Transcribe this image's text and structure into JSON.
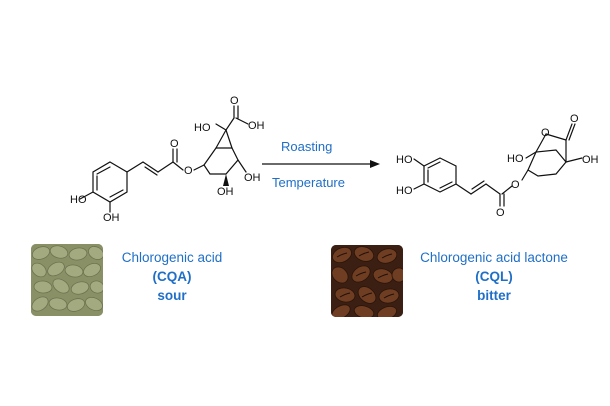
{
  "reaction": {
    "arrow_top_label": "Roasting",
    "arrow_bottom_label": "Temperature"
  },
  "atom_labels": {
    "ho": "HO",
    "oh": "OH",
    "o": "O"
  },
  "cqa": {
    "name": "Chlorogenic acid",
    "abbreviation": "(CQA)",
    "taste": "sour",
    "image": "green-coffee-beans"
  },
  "cql": {
    "name": "Chlorogenic acid lactone",
    "abbreviation": "(CQL)",
    "taste": "bitter",
    "image": "roasted-coffee-beans"
  },
  "colors": {
    "accent": "#1f6fc7",
    "text": "#111111",
    "green_beans": "#8c9369",
    "roasted_beans": "#5a3220"
  }
}
